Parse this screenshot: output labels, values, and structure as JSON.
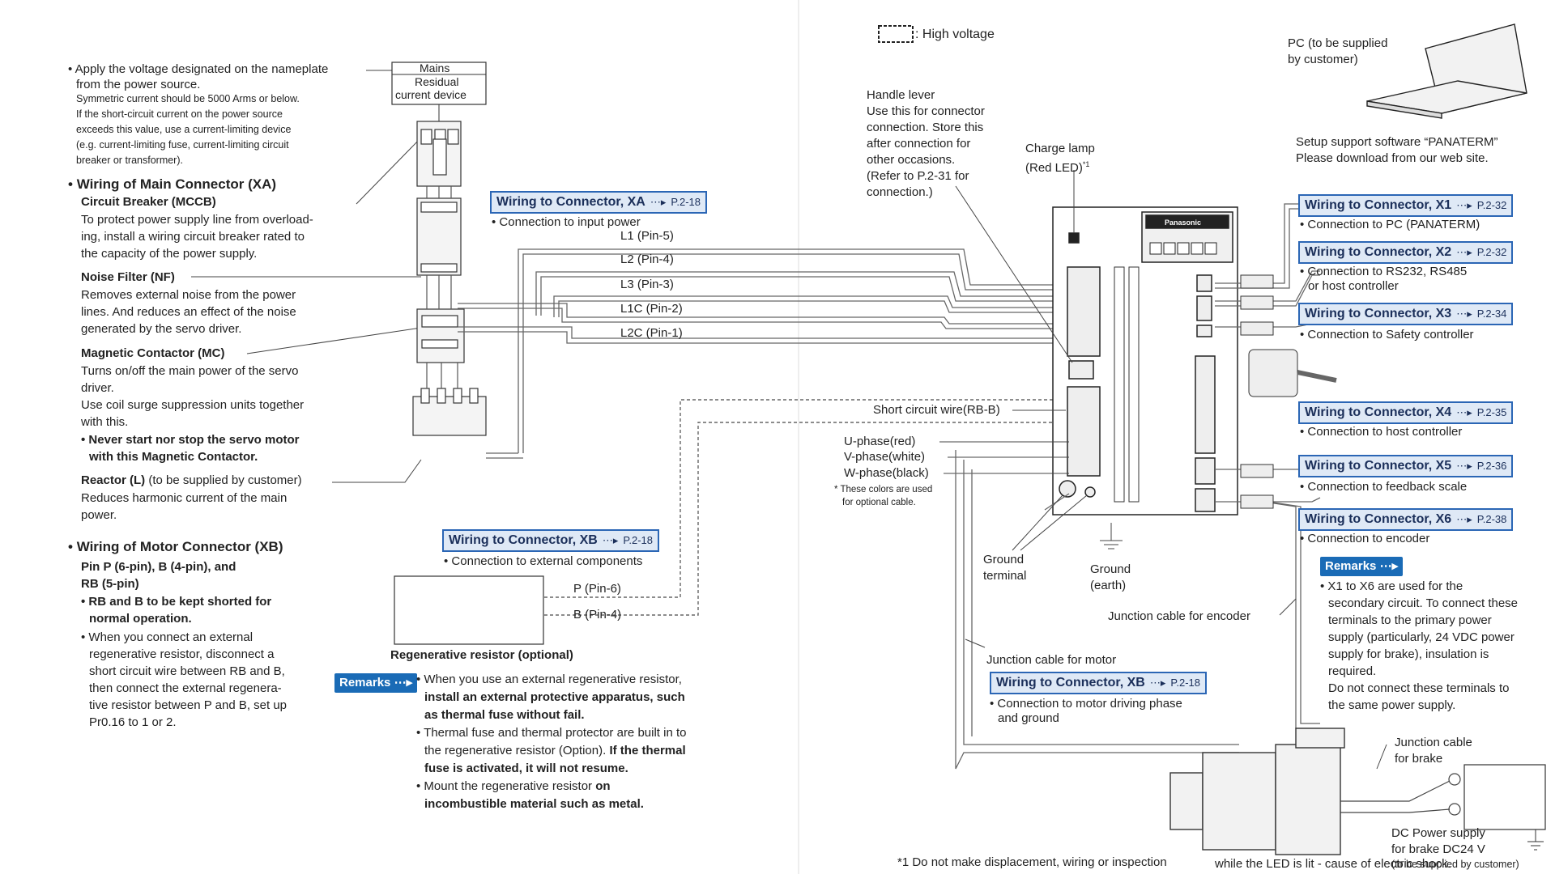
{
  "left": {
    "power_note": [
      "Apply the voltage designated on the nameplate",
      "from the power source."
    ],
    "power_small": [
      "Symmetric current should be 5000 Arms or below.",
      "If the short-circuit current on the power source",
      "exceeds this value, use a current-limiting device",
      "(e.g. current-limiting fuse, current-limiting circuit",
      "breaker or transformer)."
    ],
    "xa_heading": "Wiring of Main Connector (XA)",
    "mccb_title": "Circuit Breaker (MCCB)",
    "mccb_text": [
      "To protect power supply line from overload-",
      "ing, install a wiring circuit breaker rated to",
      "the capacity of the power supply."
    ],
    "nf_title": "Noise Filter (NF)",
    "nf_text": [
      "Removes external noise from the power",
      "lines. And reduces an effect of the noise",
      "generated by the servo driver."
    ],
    "mc_title": "Magnetic Contactor (MC)",
    "mc_text": [
      "Turns on/off the main power of the servo",
      "driver.",
      "Use coil surge suppression units together",
      "with this."
    ],
    "mc_warn": [
      "Never start nor stop the servo motor",
      "with this Magnetic Contactor."
    ],
    "reactor_title": "Reactor (L)",
    "reactor_suffix": "(to be supplied by customer)",
    "reactor_text": [
      "Reduces harmonic current of the main",
      "power."
    ],
    "xb_heading": "Wiring of Motor Connector (XB)",
    "xb_pins": [
      "Pin P (6-pin), B (4-pin), and",
      "RB (5-pin)"
    ],
    "xb_bold": [
      "RB and B to be kept shorted for",
      "normal operation."
    ],
    "xb_text": [
      "When you connect an external",
      "regenerative resistor, disconnect a",
      "short circuit wire between RB and B,",
      "then connect the external regenera-",
      "tive resistor between P and B, set up",
      "Pr0.16 to 1 or 2."
    ]
  },
  "mains": {
    "line1": "Mains",
    "line2": "Residual",
    "line3": "current device"
  },
  "xa_box": {
    "label": "Wiring to Connector, XA",
    "page": "P.2-18",
    "caption": "Connection to input power"
  },
  "wires": [
    "L1 (Pin-5)",
    "L2 (Pin-4)",
    "L3 (Pin-3)",
    "L1C (Pin-2)",
    "L2C (Pin-1)"
  ],
  "xb_box": {
    "label": "Wiring to Connector, XB",
    "page": "P.2-18",
    "caption": "Connection to external components"
  },
  "regen": {
    "p": "P (Pin-6)",
    "b": "B (Pin-4)",
    "caption": "Regenerative resistor (optional)"
  },
  "remarks_left": {
    "tag": "Remarks",
    "r1_plain": "When you use an external regenerative resistor,",
    "r1_bold": [
      "install an external protective apparatus, such",
      "as thermal fuse without fail."
    ],
    "r2_plain": [
      "Thermal fuse and thermal protector are built in to",
      "the regenerative resistor (Option)."
    ],
    "r2_bold": [
      "If the thermal",
      "fuse is activated, it will not resume."
    ],
    "r3_plain": "Mount the regenerative resistor",
    "r3_bold": [
      "on",
      "incombustible material such as metal."
    ]
  },
  "right": {
    "high_voltage": ": High voltage",
    "handle": [
      "Handle lever",
      "Use this for connector",
      "connection. Store this",
      "after connection for",
      "other occasions.",
      "(Refer to P.2-31 for",
      "connection.)"
    ],
    "charge": [
      "Charge lamp",
      "(Red LED)"
    ],
    "charge_mark": "*1",
    "pc": [
      "PC (to be supplied",
      "by customer)"
    ],
    "setup": [
      "Setup support software “PANATERM”",
      "Please download from our web site."
    ],
    "short_wire": "Short circuit wire(RB-B)",
    "phases": [
      "U-phase(red)",
      "V-phase(white)",
      "W-phase(black)"
    ],
    "phase_note": [
      "* These colors are used",
      "for optional cable."
    ],
    "ground_terminal": [
      "Ground",
      "terminal"
    ],
    "ground_earth": [
      "Ground",
      "(earth)"
    ],
    "junction_encoder": "Junction cable for encoder",
    "junction_motor": "Junction cable for motor",
    "xbm_label": "Wiring to Connector, XB",
    "xbm_page": "P.2-18",
    "xbm_caption": [
      "Connection to motor driving phase",
      "and ground"
    ],
    "brake": [
      "Junction cable",
      "for brake"
    ],
    "dc": [
      "DC Power supply",
      "for brake DC24 V",
      "(to be supplied by customer)"
    ],
    "footnote": [
      "*1 Do not make displacement, wiring or inspection",
      "while the LED is lit - cause of electric shock."
    ],
    "brand": "Panasonic"
  },
  "connectors": [
    {
      "label": "Wiring to Connector, X1",
      "page": "P.2-32",
      "caption": [
        "Connection to PC (PANATERM)"
      ]
    },
    {
      "label": "Wiring to Connector, X2",
      "page": "P.2-32",
      "caption": [
        "Connection to RS232, RS485",
        "or host controller"
      ]
    },
    {
      "label": "Wiring to Connector, X3",
      "page": "P.2-34",
      "caption": [
        "Connection to Safety controller"
      ]
    },
    {
      "label": "Wiring to Connector, X4",
      "page": "P.2-35",
      "caption": [
        "Connection to host controller"
      ]
    },
    {
      "label": "Wiring to Connector, X5",
      "page": "P.2-36",
      "caption": [
        "Connection to feedback scale"
      ]
    },
    {
      "label": "Wiring to Connector, X6",
      "page": "P.2-38",
      "caption": [
        "Connection to encoder"
      ]
    }
  ],
  "remarks_right": {
    "tag": "Remarks",
    "text": [
      "X1 to X6 are used for the",
      "secondary circuit. To connect these",
      "terminals to the primary power",
      "supply (particularly, 24 VDC power",
      "supply for brake), insulation is",
      "required.",
      "Do not connect these terminals to",
      "the same power supply."
    ]
  },
  "colors": {
    "box_border": "#2b66b5",
    "box_fill": "#dfe9f6",
    "remarks": "#1a6bb6"
  }
}
